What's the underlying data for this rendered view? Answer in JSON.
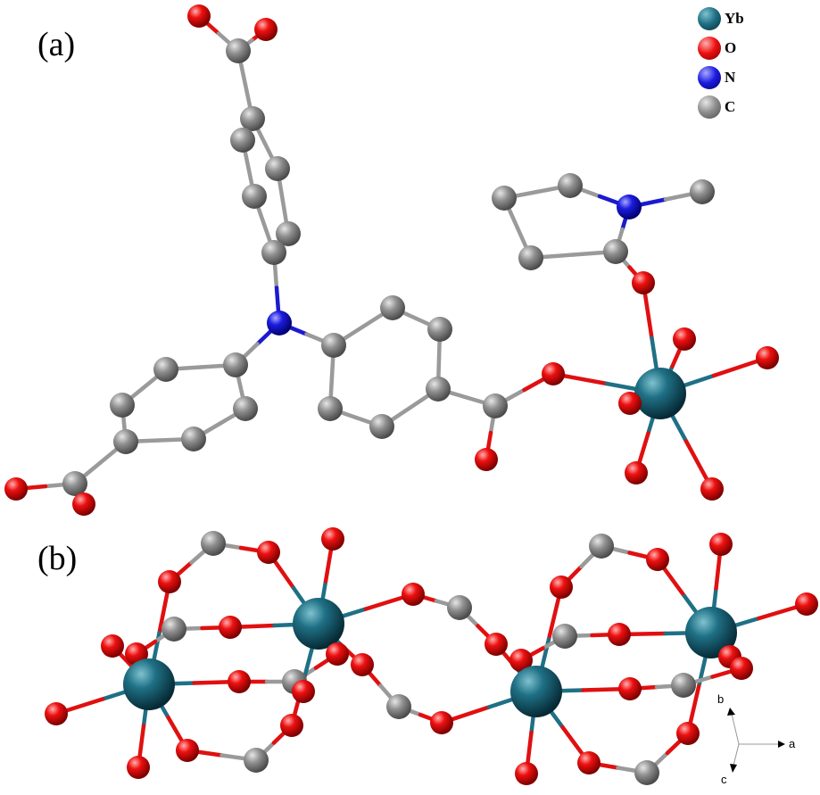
{
  "panels": {
    "a": "(a)",
    "b": "(b)"
  },
  "legend": [
    {
      "label": "Yb",
      "color": "#1f7085"
    },
    {
      "label": "O",
      "color": "#e01010"
    },
    {
      "label": "N",
      "color": "#1a1ad0"
    },
    {
      "label": "C",
      "color": "#8c8c8c"
    }
  ],
  "axes": {
    "a": "a",
    "b": "b",
    "c": "c"
  }
}
